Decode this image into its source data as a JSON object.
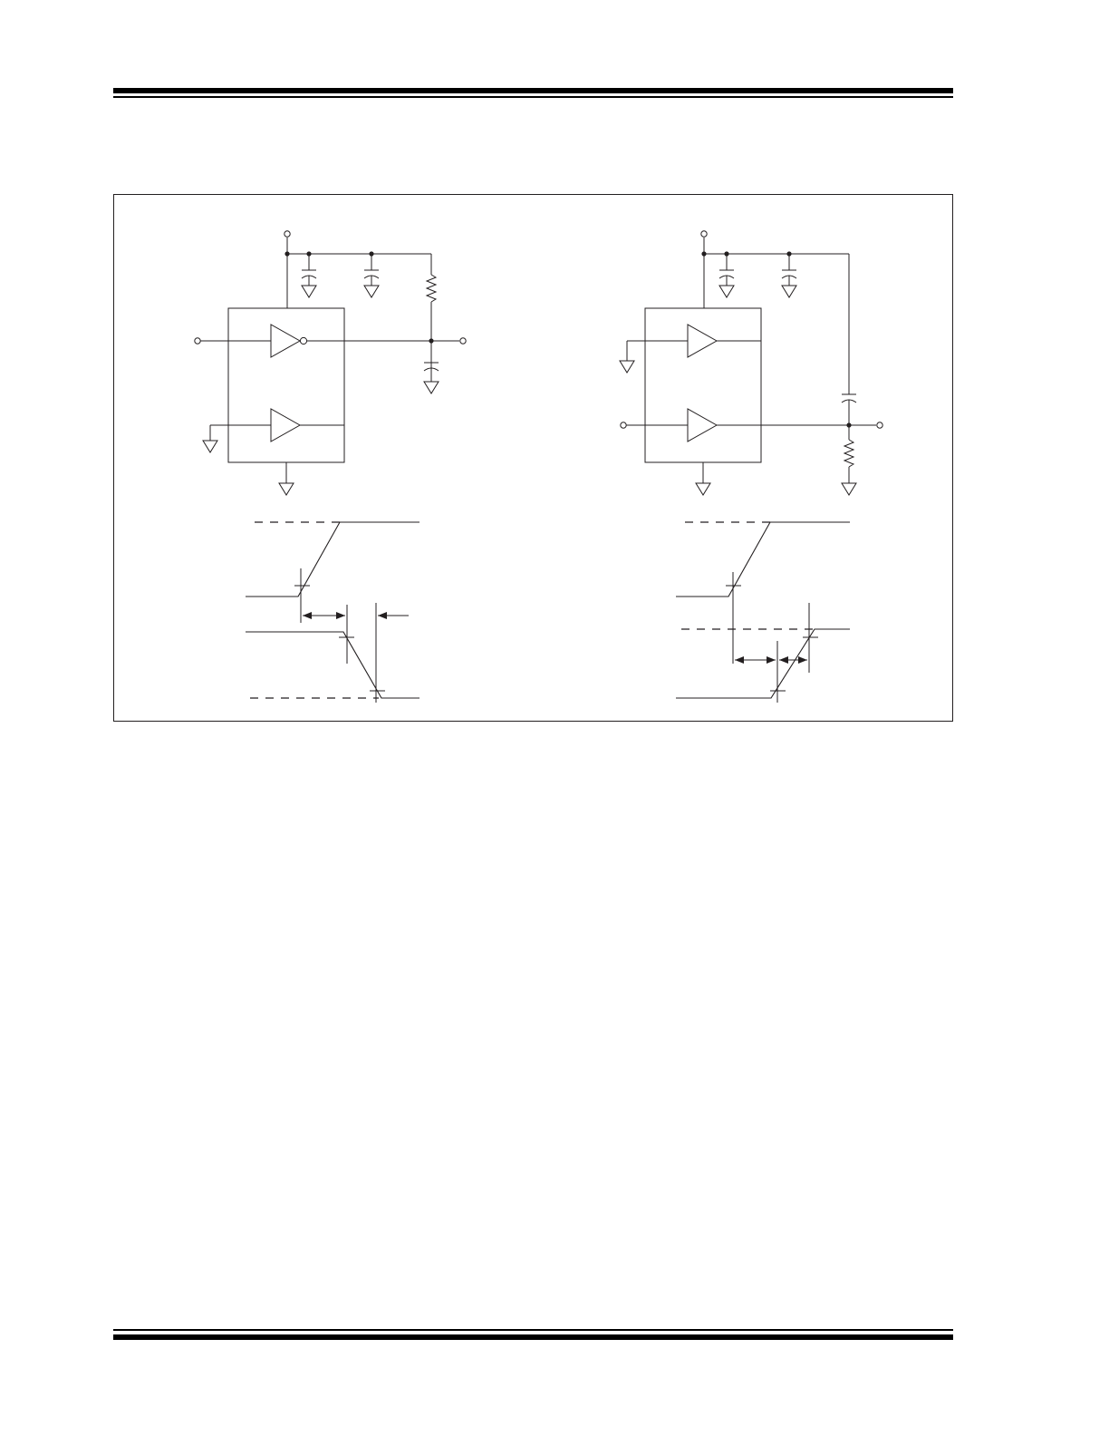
{
  "header": {
    "rule": "double-thick-thin"
  },
  "footer": {
    "rule": "double-thin-thick"
  },
  "figure": {
    "border_color": "#231f20",
    "line_color": "#231f20",
    "left_circuit": {
      "description_label": "",
      "components": [
        "supply-pin",
        "bypass-capacitor",
        "bypass-capacitor",
        "pull-up-resistor",
        "inverting-buffer",
        "non-inverting-buffer",
        "load-capacitor",
        "ground"
      ]
    },
    "right_circuit": {
      "description_label": "",
      "components": [
        "supply-pin",
        "bypass-capacitor",
        "bypass-capacitor",
        "coupling-capacitor",
        "non-inverting-buffer",
        "non-inverting-buffer",
        "pull-down-resistor",
        "ground"
      ]
    },
    "left_timing": {
      "input_edge": "rising",
      "output_edge": "falling"
    },
    "right_timing": {
      "input_edge": "rising",
      "output_edge": "rising"
    }
  }
}
